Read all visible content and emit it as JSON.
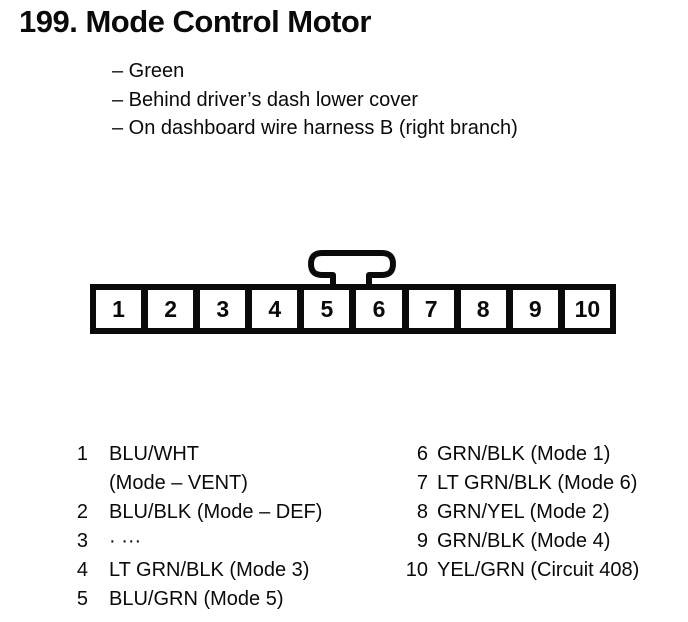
{
  "page": {
    "title": "199. Mode Control Motor",
    "notes": [
      "– Green",
      "– Behind driver’s dash lower cover",
      "– On dashboard wire harness B (right branch)"
    ]
  },
  "connector": {
    "latch_icon": "t-shaped-latch",
    "pins": [
      "1",
      "2",
      "3",
      "4",
      "5",
      "6",
      "7",
      "8",
      "9",
      "10"
    ]
  },
  "pinout": {
    "left": [
      {
        "num": "1",
        "label": "BLU/WHT\n(Mode – VENT)"
      },
      {
        "num": "2",
        "label": "BLU/BLK (Mode – DEF)"
      },
      {
        "num": "3",
        "label": "· ···"
      },
      {
        "num": "4",
        "label": "LT GRN/BLK (Mode 3)"
      },
      {
        "num": "5",
        "label": "BLU/GRN (Mode 5)"
      }
    ],
    "right": [
      {
        "num": "6",
        "label": "GRN/BLK (Mode 1)"
      },
      {
        "num": "7",
        "label": "LT GRN/BLK (Mode 6)"
      },
      {
        "num": "8",
        "label": "GRN/YEL (Mode 2)"
      },
      {
        "num": "9",
        "label": "GRN/BLK (Mode 4)"
      },
      {
        "num": "10",
        "label": "YEL/GRN (Circuit 408)"
      }
    ]
  },
  "colors": {
    "ink": "#0a0a0a",
    "paper": "#ffffff"
  }
}
